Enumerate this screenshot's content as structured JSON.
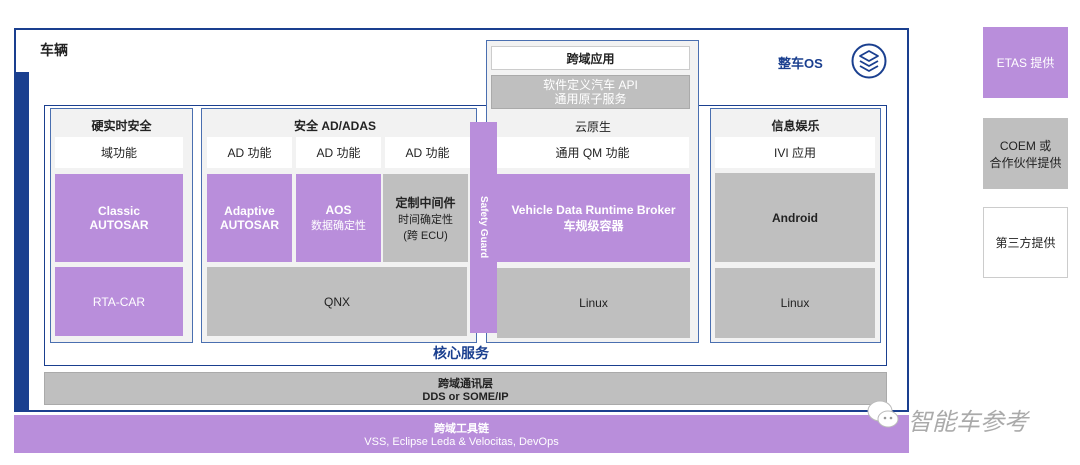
{
  "vehicle": {
    "label": "车辆",
    "os_label": "整车OS",
    "os_icon": "layers-icon",
    "core_services": "核心服务"
  },
  "hard_realtime": {
    "title": "硬实时安全",
    "domain": "域功能",
    "classic": [
      "Classic",
      "AUTOSAR"
    ],
    "rta": "RTA-CAR"
  },
  "safety_adas": {
    "title": "安全 AD/ADAS",
    "ad_functions": [
      "AD 功能",
      "AD 功能",
      "AD 功能"
    ],
    "adaptive": [
      "Adaptive",
      "AUTOSAR"
    ],
    "aos": [
      "AOS",
      "数据确定性"
    ],
    "custom": [
      "定制中间件",
      "时间确定性",
      "(跨 ECU)"
    ],
    "qnx": "QNX"
  },
  "safety_guard": "Safety Guard",
  "cross_domain": {
    "title": "跨域应用",
    "api": [
      "软件定义汽车 API",
      "通用原子服务"
    ]
  },
  "cloud_native": {
    "title": "云原生",
    "qm": "通用 QM 功能",
    "broker": [
      "Vehicle Data Runtime Broker",
      "车规级容器"
    ],
    "linux": "Linux"
  },
  "infotainment": {
    "title": "信息娱乐",
    "ivi": "IVI 应用",
    "android": "Android",
    "linux": "Linux"
  },
  "comm_layer": {
    "title": "跨域通讯层",
    "subtitle": "DDS or SOME/IP"
  },
  "toolchain": {
    "title": "跨域工具链",
    "subtitle": "VSS, Eclipse Leda & Velocitas, DevOps"
  },
  "legend": {
    "etas": "ETAS 提供",
    "coem": [
      "COEM 或",
      "合作伙伴提供"
    ],
    "third": "第三方提供"
  },
  "watermark": "智能车参考",
  "colors": {
    "etas": "#b98edb",
    "partner": "#bfbfbf",
    "third": "#ffffff",
    "blue": "#1a3f8f"
  }
}
